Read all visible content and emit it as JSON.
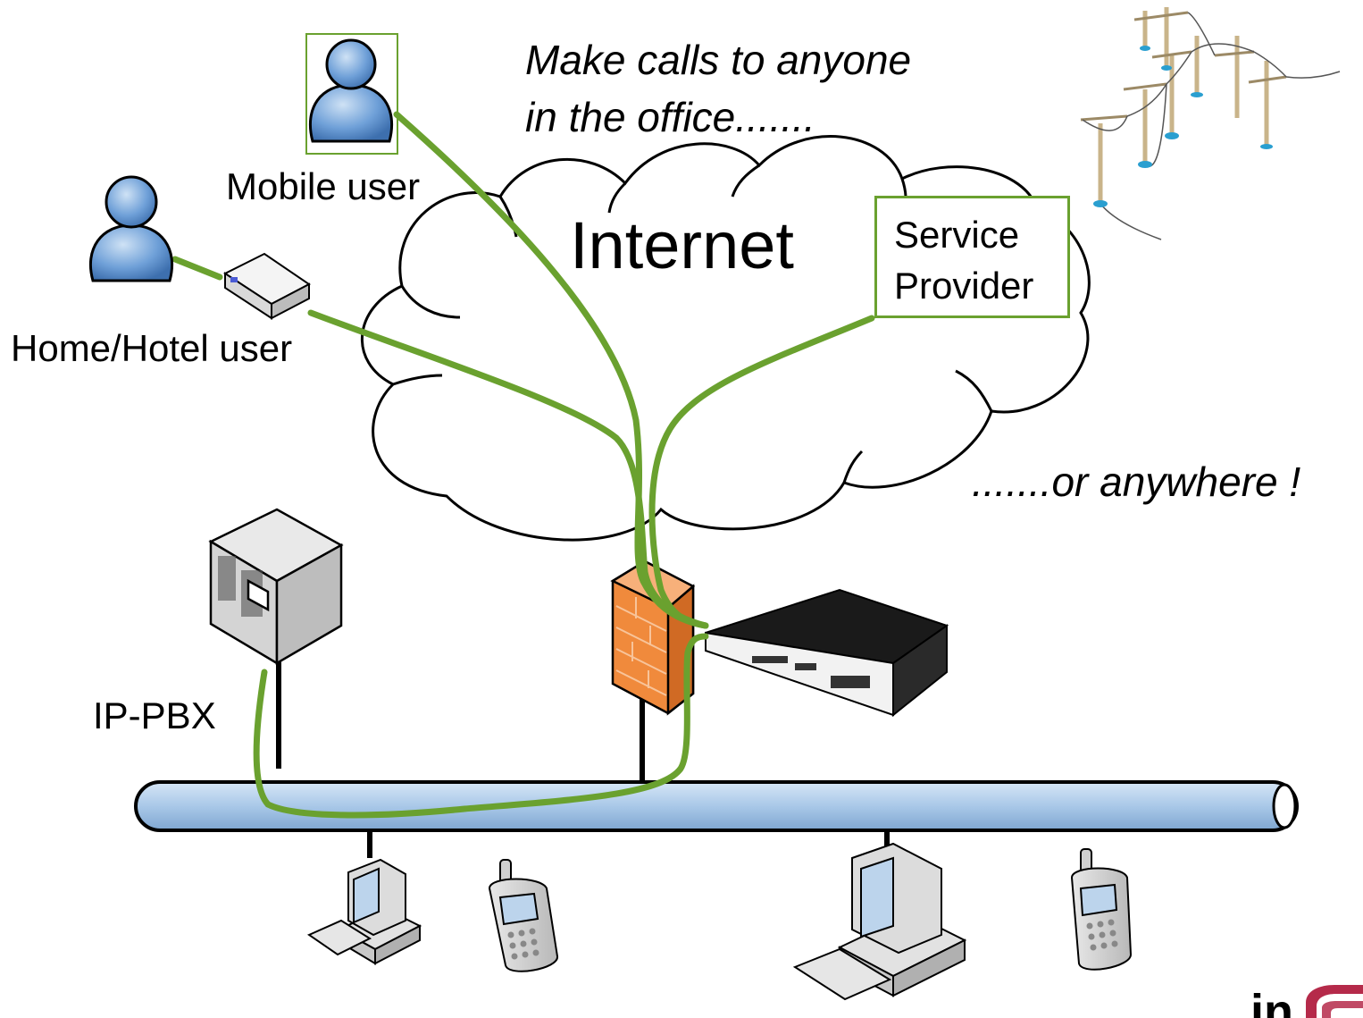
{
  "labels": {
    "tagline_line1": "Make calls to anyone",
    "tagline_line2": "in the office.......",
    "tagline_end": ".......or anywhere !",
    "internet": "Internet",
    "service_provider_line1": "Service",
    "service_provider_line2": "Provider",
    "mobile_user": "Mobile user",
    "home_hotel_user": "Home/Hotel user",
    "ip_pbx": "IP-PBX"
  },
  "logo_text": "in",
  "colors": {
    "link_green": "#6aa12f",
    "user_blue": "#6fa0d8",
    "bus_blue": "#a9c8e8",
    "firewall_orange": "#f08a3c",
    "logo_red": "#b52a4a"
  },
  "icons": [
    "mobile-user-icon",
    "home-user-icon",
    "adsl-modem-icon",
    "ip-pbx-server-icon",
    "firewall-icon",
    "voip-gateway-icon",
    "telephone-poles-icon",
    "desktop-computer-icon",
    "mobile-phone-icon",
    "lan-bus-icon",
    "internet-cloud-icon"
  ]
}
